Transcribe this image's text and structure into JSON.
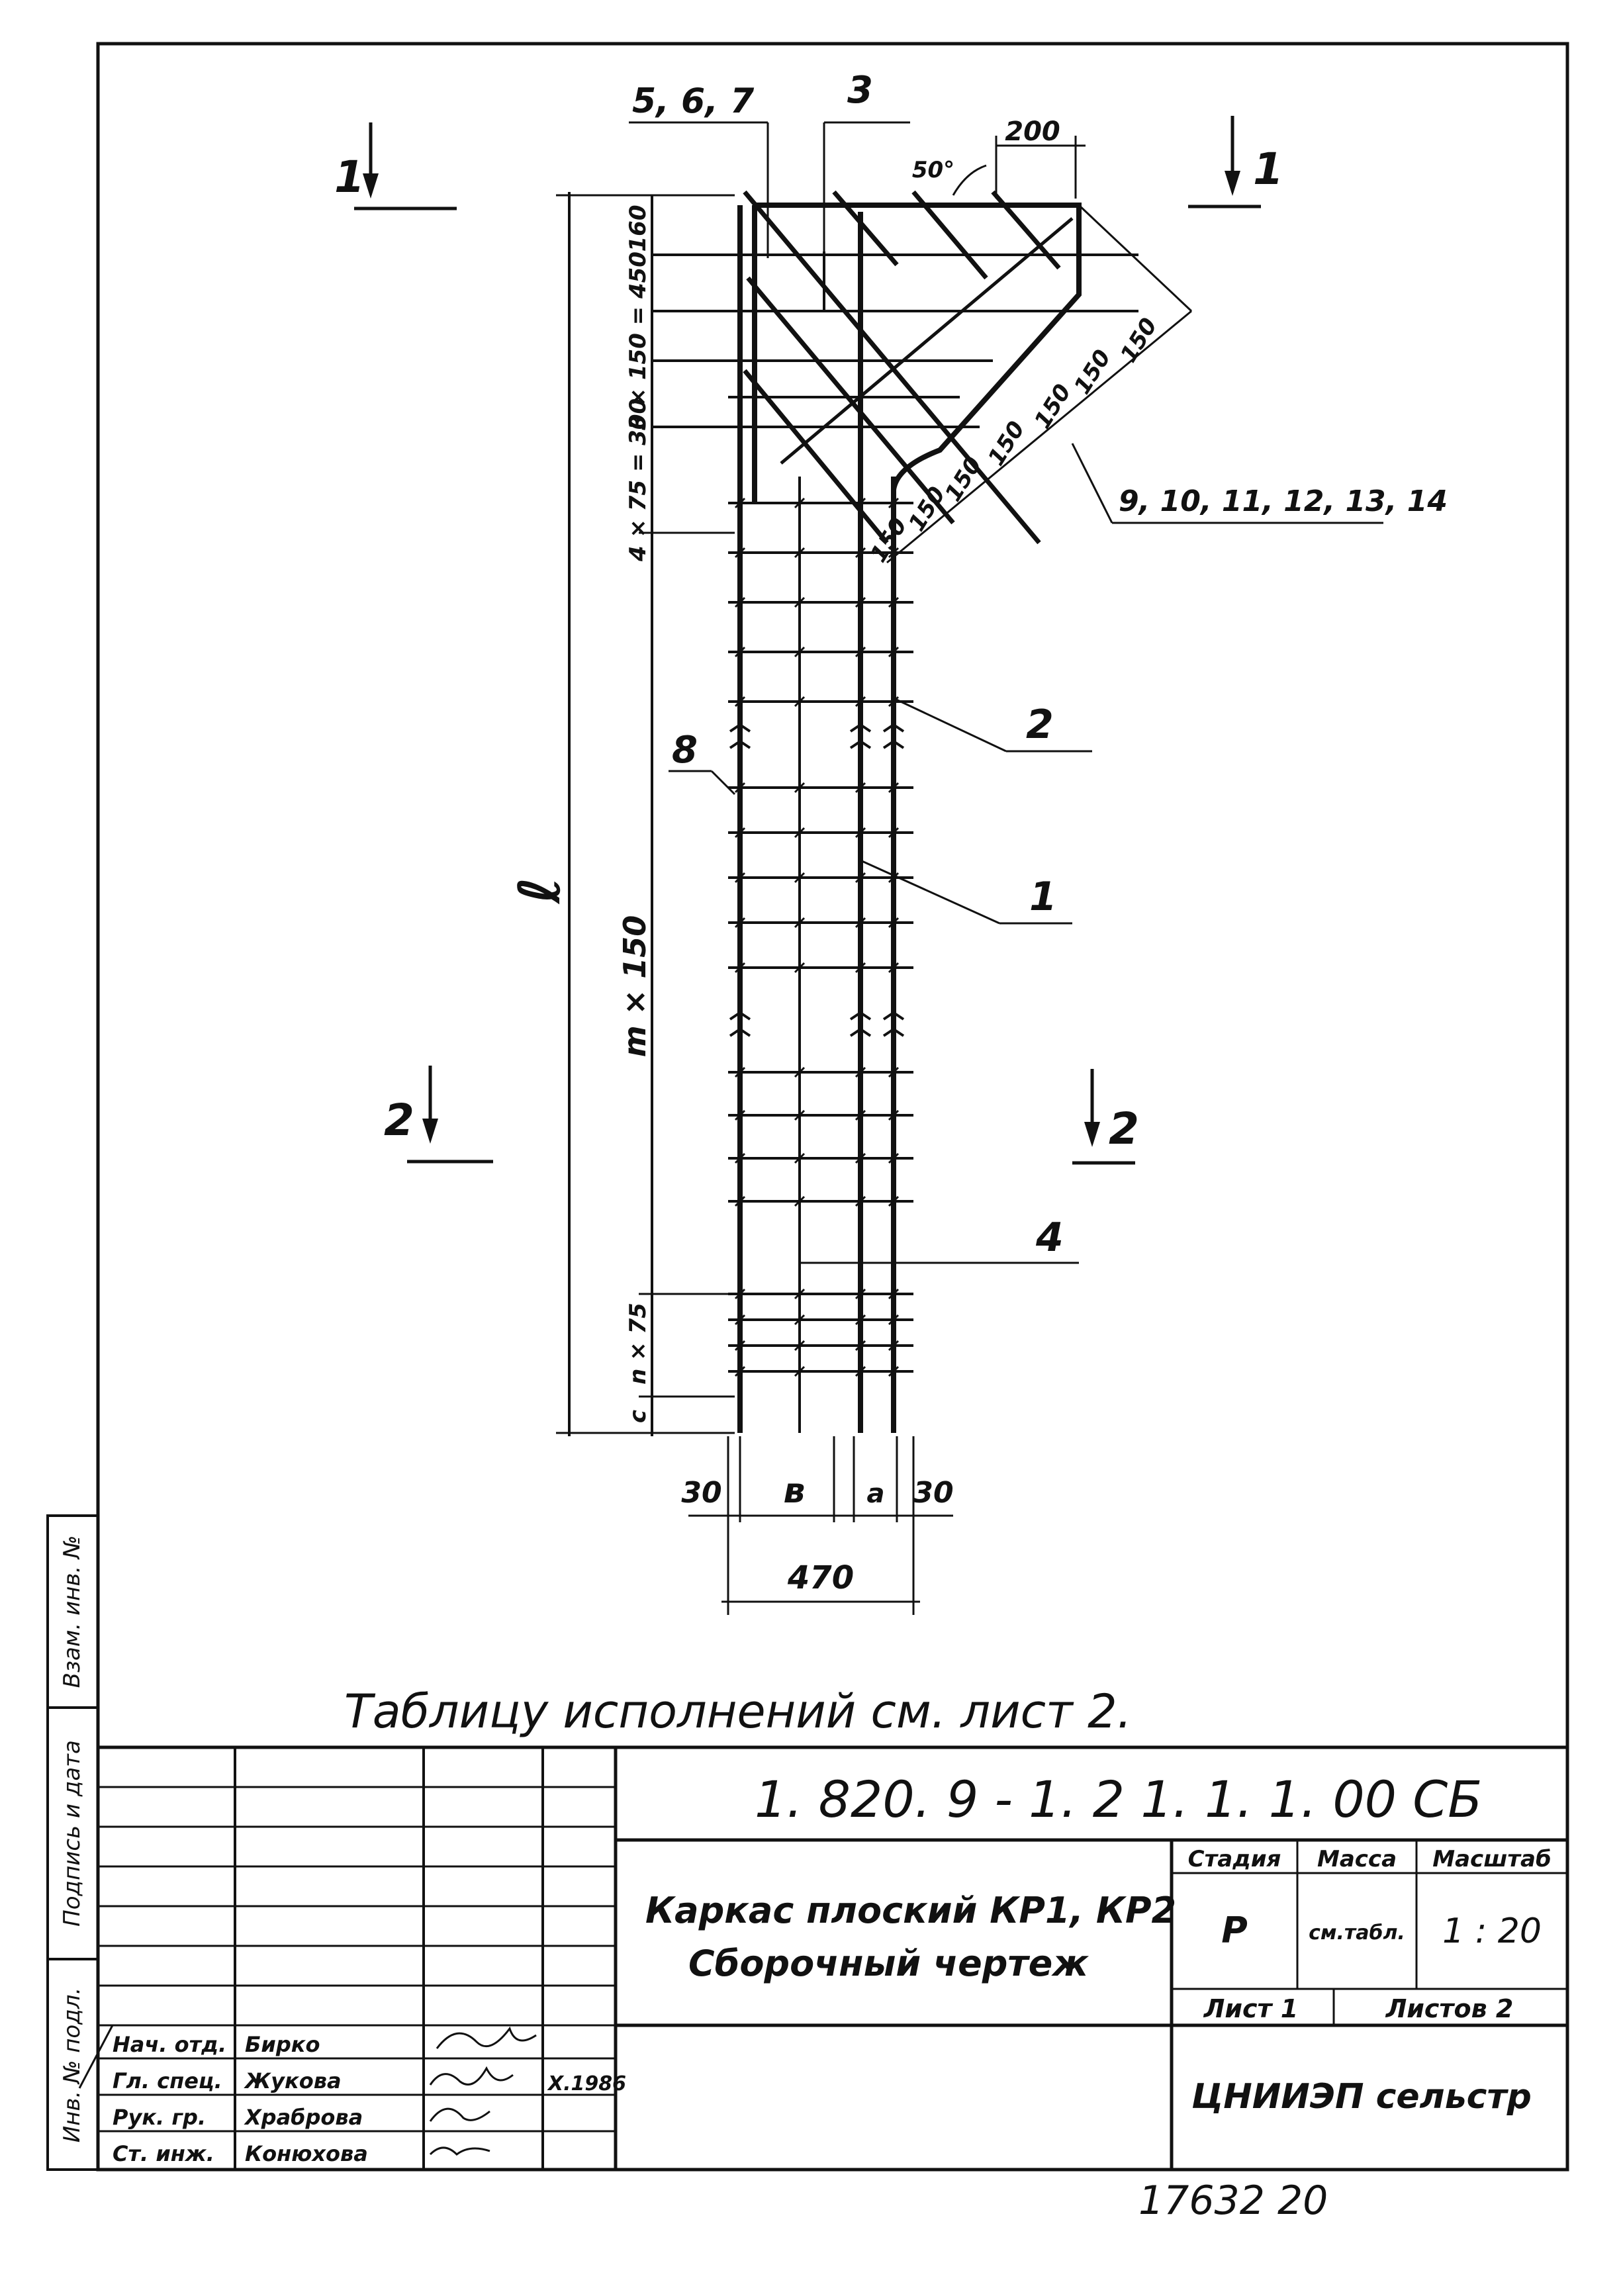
{
  "sections": {
    "s1_left": "1",
    "s1_right": "1",
    "s2_left": "2",
    "s2_right": "2"
  },
  "callouts": {
    "pos_567": "5, 6, 7",
    "pos_3": "3",
    "pos_2": "2",
    "pos_8": "8",
    "pos_1": "1",
    "pos_4": "4",
    "pos_9_14": "9, 10, 11, 12, 13, 14"
  },
  "dimensions": {
    "top_200": "200",
    "angle_50": "50°",
    "d160": "160",
    "d3x150": "3 × 150 = 450",
    "d4x75": "4 × 75 = 300",
    "length_l": "ℓ",
    "m150": "m × 150",
    "n75": "n × 75",
    "c": "c",
    "diag": [
      "150",
      "150",
      "150",
      "150",
      "150",
      "150",
      "150"
    ],
    "b30_left": "30",
    "b_b": "в",
    "b_a": "a",
    "b30_right": "30",
    "b470": "470"
  },
  "note": "Таблицу исполнений см. лист 2.",
  "title_block": {
    "doc_number": "1. 820. 9 - 1. 2   1. 1. 1. 00 СБ",
    "title_line1": "Каркас плоский  КР1, КР2",
    "title_line2": "Сборочный   чертеж",
    "stage_header": "Стадия",
    "mass_header": "Масса",
    "scale_header": "Масштаб",
    "stage_value": "Р",
    "mass_value": "см.табл.",
    "scale_value": "1 : 20",
    "sheet": "Лист  1",
    "sheets_total": "Листов  2",
    "org": "ЦНИИЭП сельстр",
    "date": "X.1986",
    "staff": [
      {
        "role": "Нач. отд.",
        "name": "Бирко"
      },
      {
        "role": "Гл. спец.",
        "name": "Жукова"
      },
      {
        "role": "Рук. гр.",
        "name": "Храброва"
      },
      {
        "role": "Ст. инж.",
        "name": "Конюхова"
      }
    ]
  },
  "side_stamps": {
    "vzam": "Взам. инв. №",
    "podpis": "Подпись и дата",
    "inv": "Инв. № подл."
  },
  "footer_number": "17632   20"
}
